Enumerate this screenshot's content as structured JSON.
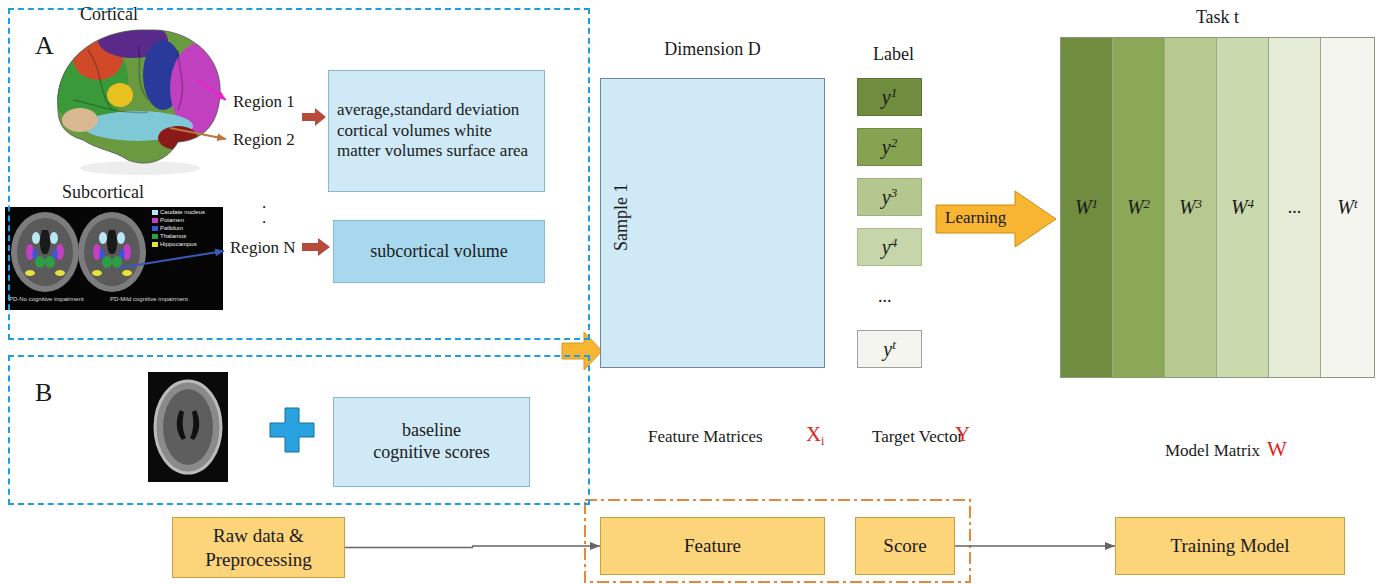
{
  "diagram": {
    "nodes": [
      {
        "text": [
          "A"
        ]
      },
      {
        "text": [
          "average,standard deviation cortical volumes white matter volumes surface area"
        ],
        "in": 0
      },
      {
        "text": [
          "subcortical volume"
        ],
        "in": 0
      },
      {
        "text": [
          "B"
        ]
      },
      {
        "text": [
          "baseline cognitive scores"
        ],
        "in": 3
      },
      {
        "text": [
          "Dimension D",
          "Sample 1"
        ]
      },
      {
        "text": [
          "y",
          "1"
        ]
      },
      {
        "text": [
          "y",
          "2"
        ]
      },
      {
        "text": [
          "y",
          "3"
        ]
      },
      {
        "text": [
          "y",
          "4"
        ]
      },
      {
        "text": [
          "y",
          "t"
        ]
      },
      {
        "text": [
          "Learning"
        ]
      },
      {
        "text": [
          "Task t"
        ]
      },
      {
        "text": [
          "W",
          "1"
        ],
        "in": 12
      },
      {
        "text": [
          "W",
          "2"
        ],
        "in": 12
      },
      {
        "text": [
          "W",
          "3"
        ],
        "in": 12
      },
      {
        "text": [
          "W",
          "4"
        ],
        "in": 12
      },
      {
        "text": [
          "..."
        ],
        "in": 12
      },
      {
        "text": [
          "W",
          "t"
        ],
        "in": 12
      },
      {
        "text": [
          "Raw data & Preprocessing"
        ]
      },
      {
        "text": [
          "Feature"
        ]
      },
      {
        "text": [
          "Score"
        ]
      },
      {
        "text": [
          "Training Model"
        ]
      }
    ],
    "edges": [
      {
        "from": 19,
        "to": 20,
        "arrow": "to"
      },
      {
        "from": 21,
        "to": 22,
        "arrow": "to"
      }
    ],
    "labels": [
      "Cortical",
      "Region 1",
      "Region 2",
      "Subcortical",
      ".",
      ".",
      "Region N",
      "PD-No cognitive impairment",
      "PD-Mild cognitive impairment",
      "Label",
      "...",
      "Feature Matrices",
      "X",
      "i",
      "Target Vector",
      "Y",
      "Model Matrix",
      "W"
    ],
    "legend": [
      {
        "text": "Caudate nucleus",
        "color": "#b9e8f2"
      },
      {
        "text": "Putamen",
        "color": "#c23fc2"
      },
      {
        "text": "Pallidum",
        "color": "#3a55d6"
      },
      {
        "text": "Thalamus",
        "color": "#2e9e46"
      },
      {
        "text": "Hippocampus",
        "color": "#e6e23a"
      }
    ]
  }
}
